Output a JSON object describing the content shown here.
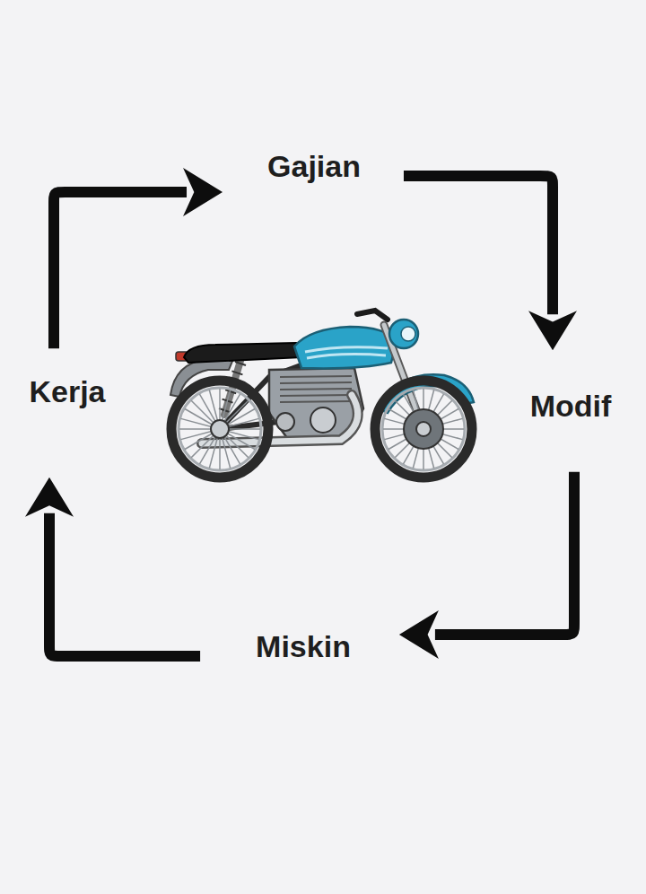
{
  "diagram": {
    "nodes": [
      {
        "text": [
          "Gajian"
        ]
      },
      {
        "text": [
          "Kerja"
        ]
      },
      {
        "text": [
          "Modif"
        ]
      },
      {
        "text": [
          "Miskin"
        ]
      }
    ],
    "edges": [
      {
        "from": 1,
        "to": 0,
        "arrow": "to"
      },
      {
        "from": 0,
        "to": 2,
        "arrow": "to"
      },
      {
        "from": 2,
        "to": 3,
        "arrow": "to"
      },
      {
        "from": 3,
        "to": 1,
        "arrow": "to"
      }
    ]
  }
}
